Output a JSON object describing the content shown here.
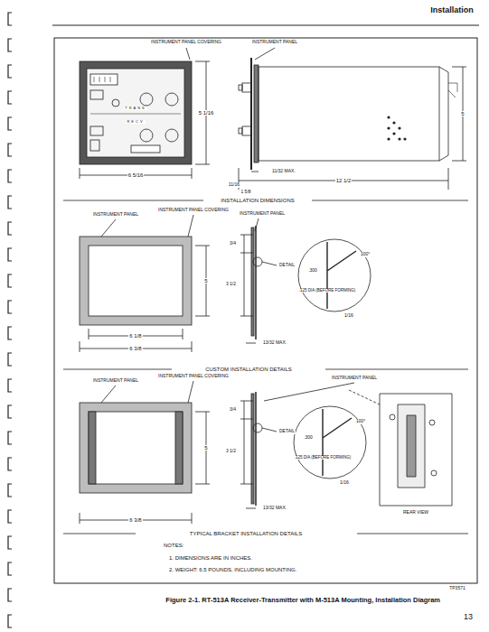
{
  "diagram": {
    "caption": "Figure 2-1. RT-513A Receiver-Transmitter with M-513A Mounting, Installation Diagram",
    "labels": [
      "Installation",
      "INSTRUMENT PANEL COVERING",
      "INSTRUMENT PANEL",
      "5 1/16",
      "6 5/16",
      "5",
      "11/32 MAX.",
      "11/16",
      "1 5/8",
      "12 1/2",
      "INSTALLATION DIMENSIONS",
      "INSTRUMENT PANEL",
      "INSTRUMENT PANEL COVERING",
      "INSTRUMENT PANEL",
      "5",
      "6 1/8",
      "6 3/8",
      "3/4",
      "3 1/2",
      "DETAIL",
      ".300",
      "100°",
      ".125 DIA (BEFORE FORMING)",
      "1/16",
      "13/32 MAX.",
      "CUSTOM INSTALLATION DETAILS",
      "INSTRUMENT PANEL",
      "INSTRUMENT PANEL COVERING",
      "INSTRUMENT PANEL",
      "5",
      "3/4",
      "3 1/2",
      "DETAIL",
      ".300",
      "100°",
      ".125 DIA (BEFORE FORMING)",
      "1/16",
      "13/32 MAX.",
      "6 3/8",
      "REAR VIEW",
      "TYPICAL BRACKET INSTALLATION DETAILS",
      "NOTES:",
      "1. DIMENSIONS ARE IN INCHES.",
      "2. WEIGHT: 6.5 POUNDS, INCLUDING MOUNTING.",
      "TP3571",
      "13",
      "TRANS",
      "RECV"
    ]
  }
}
